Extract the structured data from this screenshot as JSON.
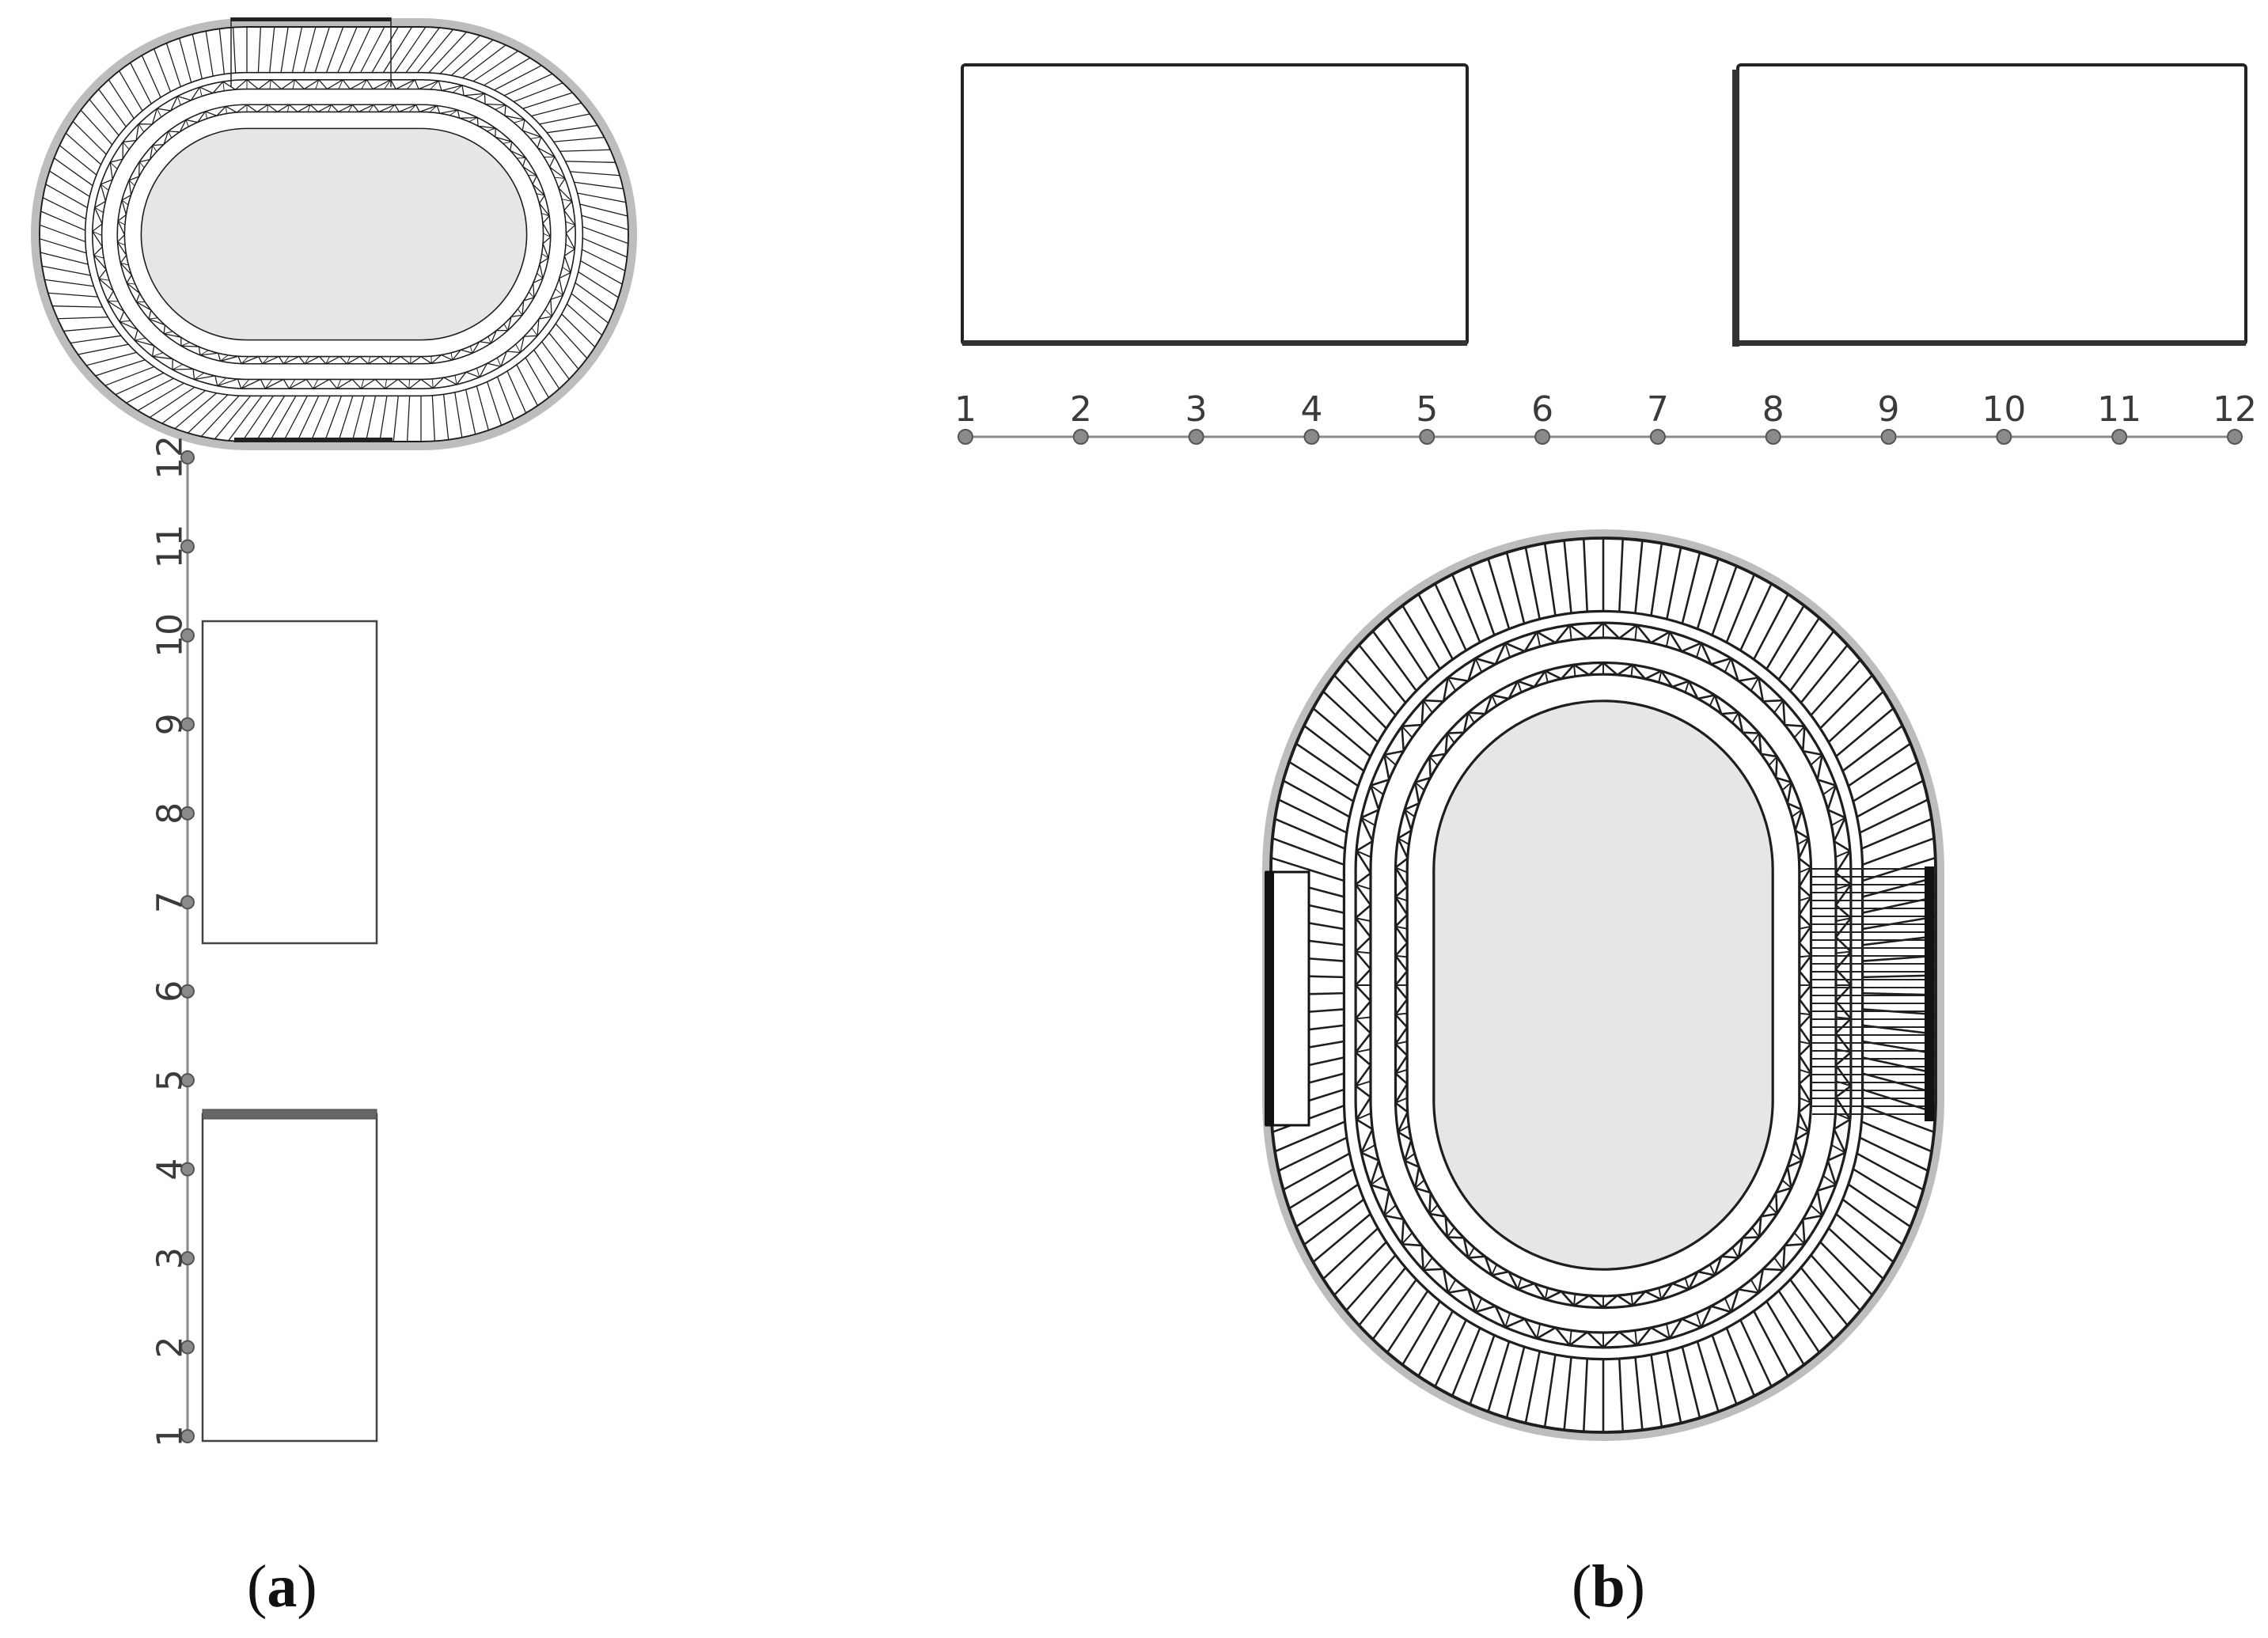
{
  "figure": {
    "panels": [
      {
        "id": "a",
        "label_open": "(",
        "label_letter": "a",
        "label_close": ")"
      },
      {
        "id": "b",
        "label_open": "(",
        "label_letter": "b",
        "label_close": ")"
      }
    ],
    "axis_ticks": [
      "1",
      "2",
      "3",
      "4",
      "5",
      "6",
      "7",
      "8",
      "9",
      "10",
      "11",
      "12"
    ],
    "colors": {
      "field_fill": "#e6e6e6",
      "structure_stroke": "#1e1e1e",
      "axis_gray": "#8a8a8a",
      "band_dark": "#666666"
    },
    "icons": [
      "stadium-plan-icon",
      "stadium-plan-icon"
    ]
  }
}
